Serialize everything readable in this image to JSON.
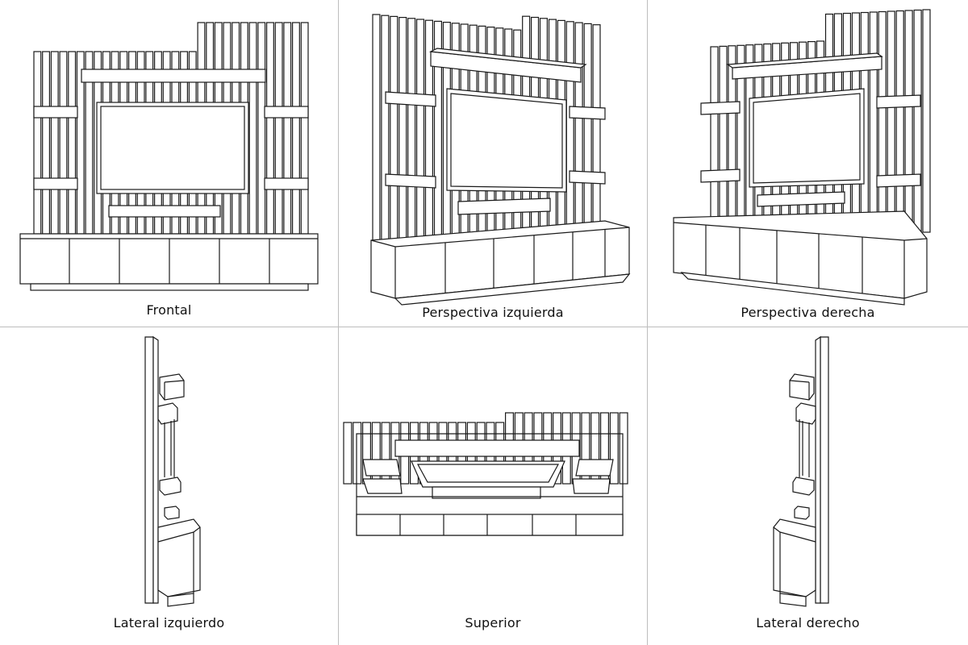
{
  "views": [
    {
      "id": "frontal",
      "label": "Frontal"
    },
    {
      "id": "persp-left",
      "label": "Perspectiva izquierda"
    },
    {
      "id": "persp-right",
      "label": "Perspectiva derecha"
    },
    {
      "id": "side-left",
      "label": "Lateral izquierdo"
    },
    {
      "id": "top",
      "label": "Superior"
    },
    {
      "id": "side-right",
      "label": "Lateral derecho"
    }
  ],
  "colors": {
    "line": "#1a1a1a",
    "fill": "#ffffff",
    "divider": "#bdbdbd"
  }
}
